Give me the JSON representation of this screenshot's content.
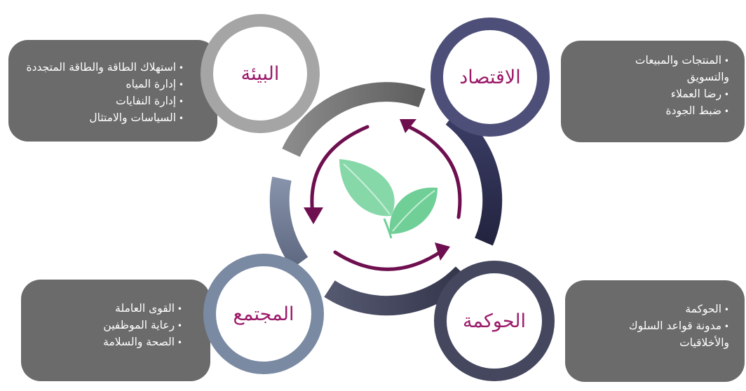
{
  "colors": {
    "label_text": "#9c1a6a",
    "box_fill": "#6b6b6b",
    "arrow": "#6e0f4f",
    "leaf": "#7dd3a0",
    "ring_environment": "#a5a5a5",
    "ring_economy": "#4d4f79",
    "ring_governance": "#44475e",
    "ring_society": "#7a8aa3"
  },
  "center": {
    "icon": "leaf-icon"
  },
  "environment": {
    "title": "البيئة",
    "items": [
      "استهلاك الطاقة والطاقة المتجددة",
      "إدارة المياه",
      "إدارة النفايات",
      "السياسات والامتثال"
    ]
  },
  "economy": {
    "title": "الاقتصاد",
    "items": [
      "المنتجات والمبيعات",
      "والتسويق",
      "رضا العملاء",
      "ضبط الجودة"
    ]
  },
  "society": {
    "title": "المجتمع",
    "items": [
      "القوى العاملة",
      "رعاية الموظفين",
      "الصحة والسلامة"
    ]
  },
  "governance": {
    "title": "الحوكمة",
    "items": [
      "الحوكمة",
      "مدونة قواعد السلوك",
      "والأخلاقيات"
    ]
  }
}
